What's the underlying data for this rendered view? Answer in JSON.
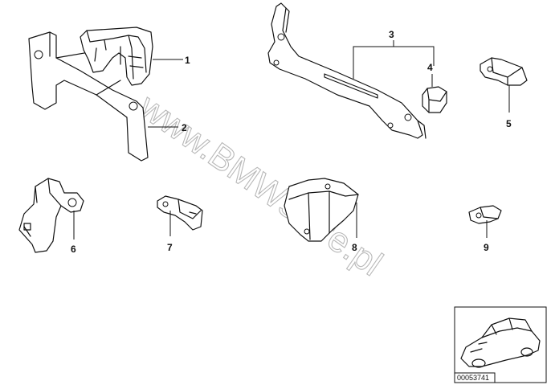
{
  "watermark": "www.BMWstore.pl",
  "callouts": {
    "c1": "1",
    "c2": "2",
    "c3": "3",
    "c4": "4",
    "c5": "5",
    "c6": "6",
    "c7": "7",
    "c8": "8",
    "c9": "9"
  },
  "thumbnail": {
    "code": "00053741"
  }
}
